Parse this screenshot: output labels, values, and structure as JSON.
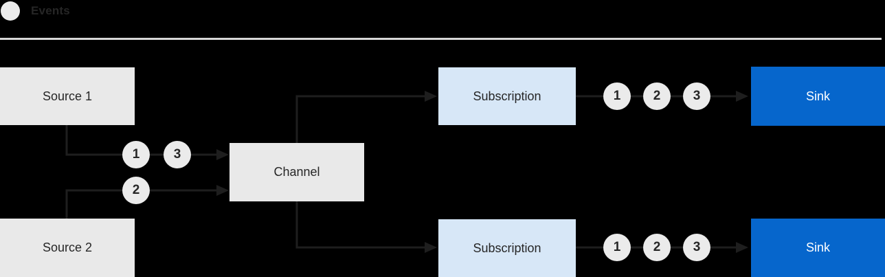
{
  "colors": {
    "background": "#000000",
    "box_gray": "#e9e9e9",
    "box_blue_light": "#d7e7f7",
    "box_blue": "#0666cc",
    "circle_fill": "#ebebeb",
    "line": "#1e1e1e",
    "text_dark": "#262626",
    "text_light": "#ffffff",
    "divider": "#d8d8d8"
  },
  "legend": {
    "label": "Events",
    "icon": "event-circle"
  },
  "nodes": {
    "source1": "Source 1",
    "source2": "Source 2",
    "channel": "Channel",
    "subscription_top": "Subscription",
    "subscription_bottom": "Subscription",
    "sink_top": "Sink",
    "sink_bottom": "Sink"
  },
  "events": {
    "source1_to_channel": [
      "1",
      "3"
    ],
    "source2_to_channel": [
      "2"
    ],
    "subscription_top_to_sink": [
      "1",
      "2",
      "3"
    ],
    "subscription_bottom_to_sink": [
      "1",
      "2",
      "3"
    ]
  }
}
